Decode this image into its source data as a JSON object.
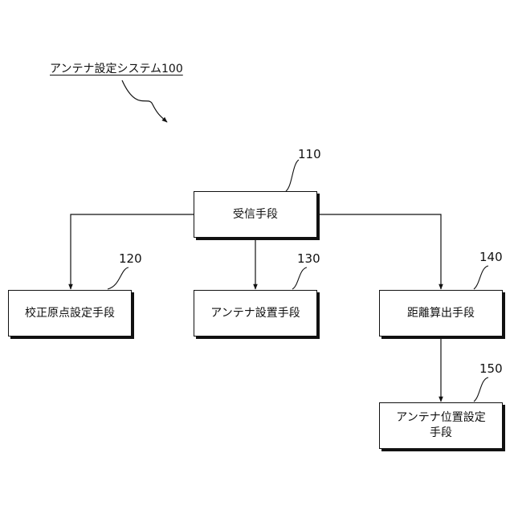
{
  "diagram": {
    "title": "アンテナ設定システム100",
    "nodes": {
      "receiver": {
        "ref": "110",
        "label": "受信手段"
      },
      "calibration": {
        "ref": "120",
        "label": "校正原点設定手段"
      },
      "antenna_install": {
        "ref": "130",
        "label": "アンテナ設置手段"
      },
      "distance_calc": {
        "ref": "140",
        "label": "距離算出手段"
      },
      "antenna_position": {
        "ref": "150",
        "label_line1": "アンテナ位置設定",
        "label_line2": "手段"
      }
    },
    "edges": [
      {
        "from": "receiver",
        "to": "calibration"
      },
      {
        "from": "receiver",
        "to": "antenna_install"
      },
      {
        "from": "receiver",
        "to": "distance_calc"
      },
      {
        "from": "distance_calc",
        "to": "antenna_position"
      }
    ]
  }
}
